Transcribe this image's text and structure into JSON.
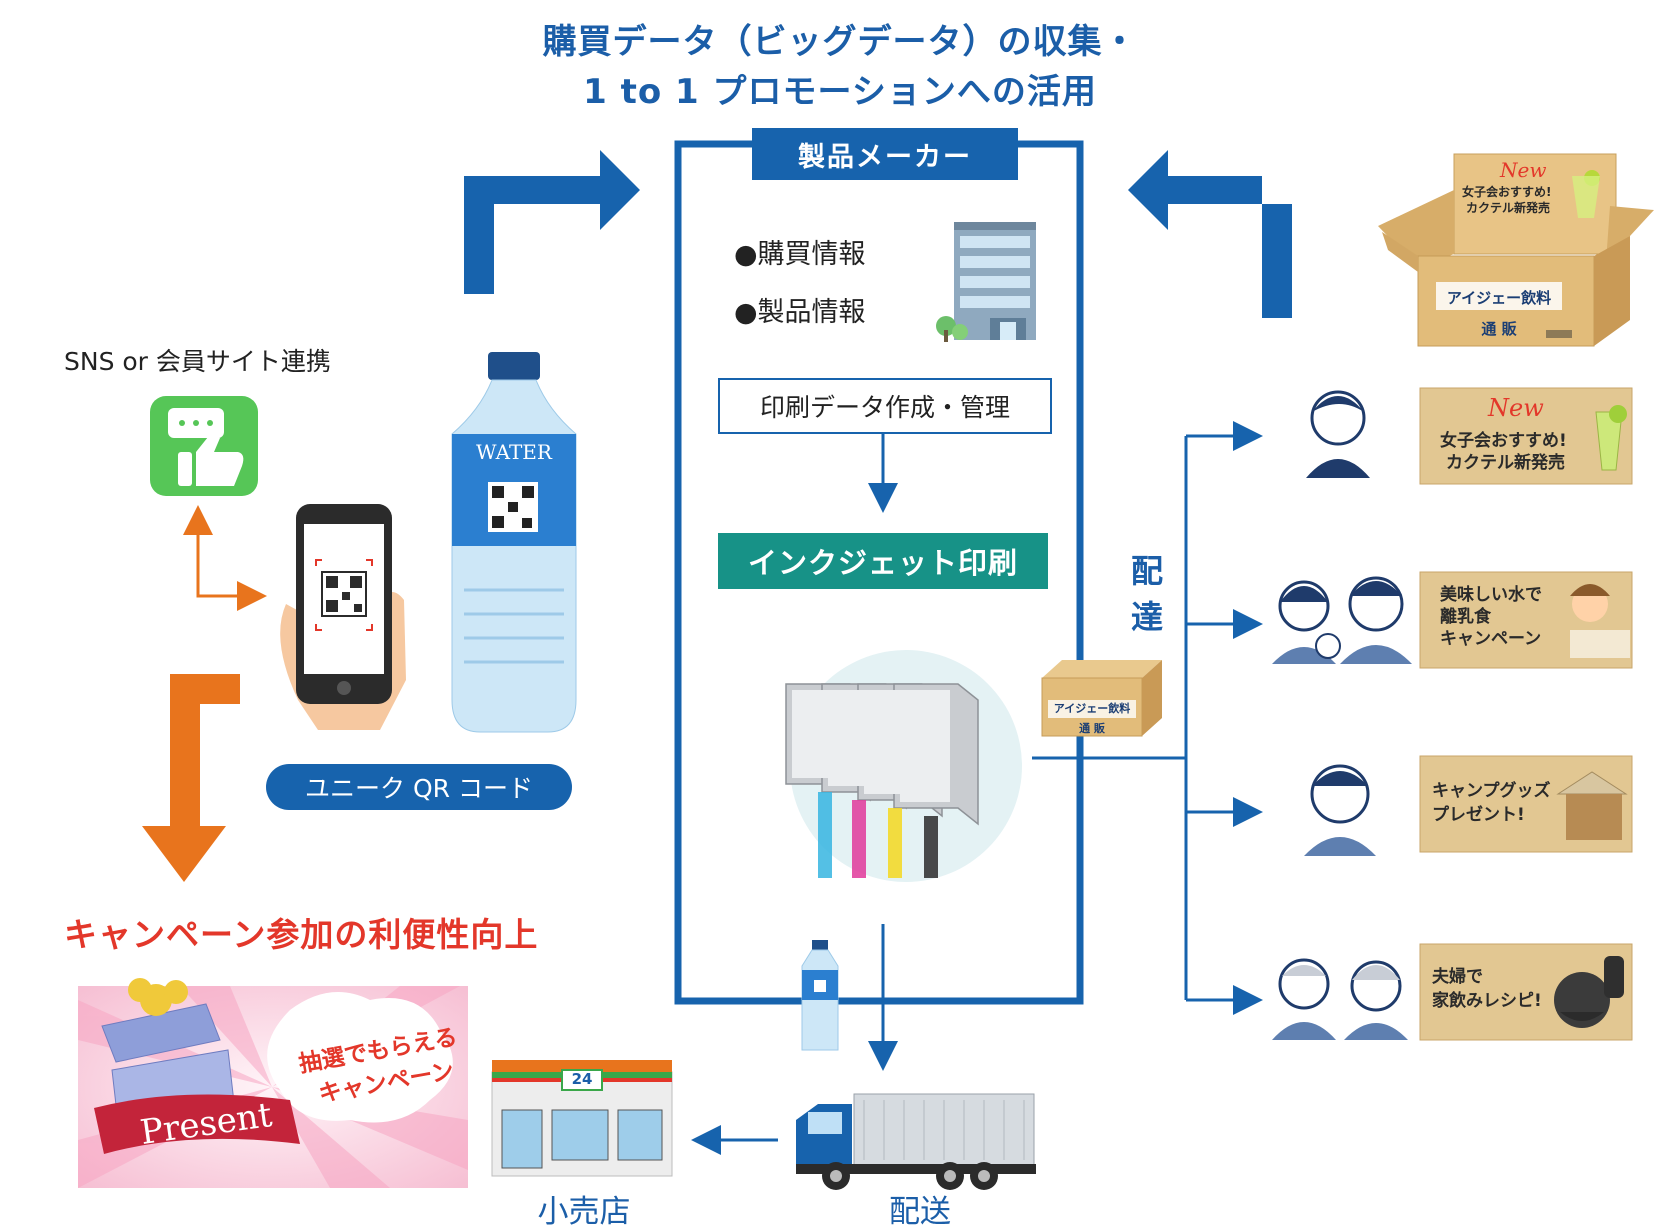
{
  "header": {
    "line1": "購買データ（ビッグデータ）の収集・",
    "line2": "1 to 1 プロモーションへの活用"
  },
  "maker": {
    "title": "製品メーカー",
    "info": [
      "●購買情報",
      "●製品情報"
    ],
    "data_box": "印刷データ作成・管理",
    "inkjet": "インクジェット印刷"
  },
  "delivery_label": "配達",
  "left": {
    "sns_label": "SNS or 会員サイト連携",
    "bottle_label": "WATER",
    "qr_pill": "ユニーク QR コード",
    "campaign_title": "キャンペーン参加の利便性向上",
    "present_banner": "Present",
    "cloud_text": [
      "抽選でもらえる",
      "キャンペーン"
    ]
  },
  "bottom": {
    "store_label": "小売店",
    "store_sign": "24",
    "shipping_label": "配送"
  },
  "box": {
    "brand": "アイジェー飲料",
    "sub": "通 販",
    "new_label": "New",
    "promo": [
      "女子会おすすめ!",
      "カクテル新発売"
    ]
  },
  "promos": [
    {
      "text": [
        "New",
        "女子会おすすめ!",
        "カクテル新発売"
      ]
    },
    {
      "text": [
        "美味しい水で",
        "離乳食",
        "キャンペーン"
      ]
    },
    {
      "text": [
        "キャンプグッズ",
        "プレゼント!"
      ]
    },
    {
      "text": [
        "夫婦で",
        "家飲みレシピ!"
      ]
    }
  ],
  "colors": {
    "brand_blue": "#1763ad",
    "orange": "#e8741d",
    "teal": "#179287",
    "red": "#e3372a",
    "kraft": "#e2bc7a"
  }
}
